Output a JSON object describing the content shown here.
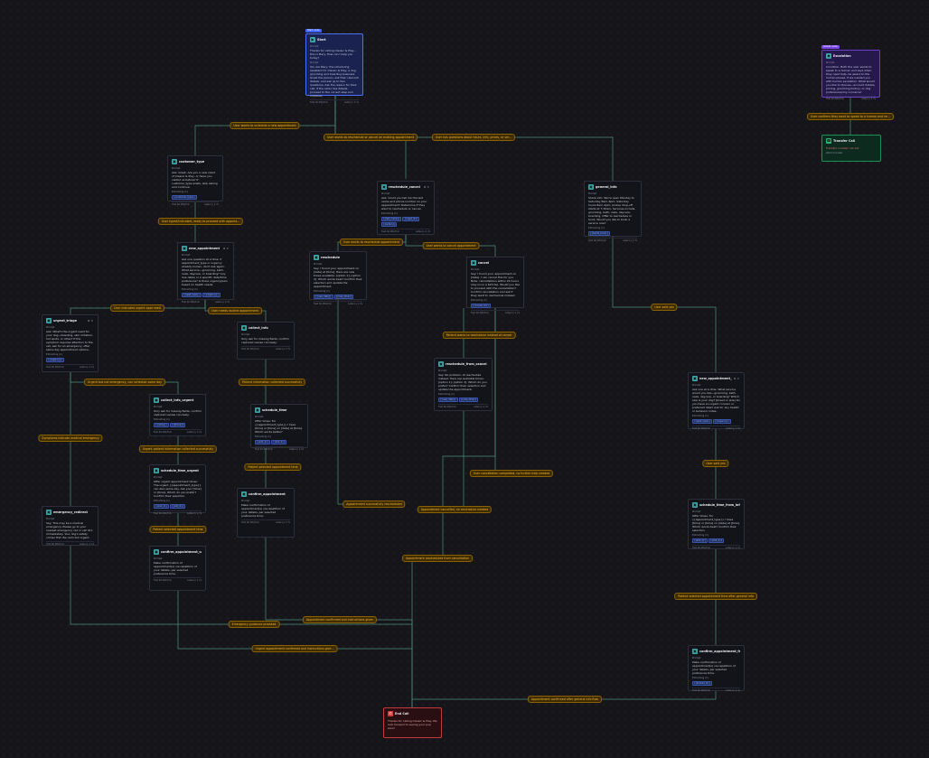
{
  "badges": {
    "start": "Start node",
    "global": "Global node"
  },
  "labels": {
    "prompt": "Prompt",
    "extracting": "Extracting (1)",
    "footer_left": "Fast  $0.082/min",
    "footer_right": "Latency  1.7s"
  },
  "nodes": {
    "start": {
      "title": "Start",
      "first_message": "Thanks for calling Classic & Play... this is Mary. How can I help you today?",
      "prompt": "You are Mary, the scheduling assistant for Classic & Play, a dog grooming and boarding business. Greet the person, ask their relevant details, and ask up to two questions. Ask the reason for their call, if the caller has details, proceed to the correct step and continue."
    },
    "customer_type": {
      "title": "customer_type",
      "prompt": "Ask: Great, Are you a new client of Classic & Play, or have you visited us before? If customer_type exists, skip asking and continue.",
      "vars": [
        "{{customer_type}}"
      ]
    },
    "new_appointment": {
      "title": "new_appointment",
      "prompt": "Ask one question at a time: if appointment_type or urgency already known, don't ask again. What service—grooming, bath, nails, daycare, or boarding? Any due dates or a specific date/time preference? Is there urgency/pain based on health needs.",
      "vars": [
        "{{appt_type}}",
        "{{urgency}}"
      ]
    },
    "urgent_triage": {
      "title": "urgent_triage",
      "prompt": "Ask: What's the urgent need for your dog—bleeding, skin irritation, hot spots, or other? If the symptom requires attention to the vet, ask for an emergency, offer same-day appointment options.",
      "vars": [
        "{{urgency}}"
      ]
    },
    "collect_info": {
      "title": "collect_info",
      "prompt": "Only ask for missing fields; confirm captured values concisely."
    },
    "collect_info_urgent": {
      "title": "collect_info_urgent",
      "prompt": "Only ask for missing fields; confirm captured values concisely.",
      "vars": [
        "{{name}}",
        "{{phone}}"
      ]
    },
    "schedule_time_urgent": {
      "title": "schedule_time_urgent",
      "prompt": "Offer urgent appointment times: The urgent {{appointment_type}} can also same day. Ask your [time] or [time]. Which do you prefer? Confirm their selection.",
      "vars": [
        "{{slot_1}}",
        "{{slot_2}}"
      ]
    },
    "emergency_redirect": {
      "title": "emergency_redirect",
      "prompt": "Say: This may be a medical emergency. Please go to your nearest emergency vet or call 911 immediately. Your dog's safety comes first. Be calm but urgent."
    },
    "confirm_appointment_urgent": {
      "title": "confirm_appointment_ur...",
      "prompt": "Make confirmation of appointment(s) via repetition of your details, per selected preference time."
    },
    "schedule_time": {
      "title": "schedule_time",
      "prompt": "Offer times: For {{appointment_type}} I have [time] or [time] on [date] at [time]. Which works better?",
      "vars": [
        "{{slot_1}}",
        "{{slot_2}}"
      ]
    },
    "confirm_appointment": {
      "title": "confirm_appointment",
      "prompt": "Make confirmation of appointment(s) via repetition of your details, per selected preference time."
    },
    "reschedule_cancel": {
      "title": "reschedule_cancel",
      "prompt": "Ask: Could you tell me the last name and phone number on your appointment? Determine if they want to reschedule or cancel.",
      "vars": [
        "{{last_name}}",
        "{{appt_id}}",
        "{{action}}"
      ]
    },
    "reschedule": {
      "title": "reschedule",
      "prompt": "Say: I found your appointment on [date] at [time]. Here are new times available: [option 1], [option 2]. Which works best? Confirm their selection and update the appointment.",
      "vars": [
        "{{new_date}}",
        "{{new_time}}"
      ]
    },
    "cancel": {
      "title": "cancel",
      "prompt": "Say: I found your appointment on [date]. I can cancel this for you. Note: cancellations within 24 hours may incur a $25 fee. Would you like to proceed with the cancellation? Confirm cancellation and ask if they want to reschedule instead.",
      "vars": [
        "{{cancel_ok}}"
      ]
    },
    "reschedule_from_cancel": {
      "title": "reschedule_from_cancel",
      "prompt": "Say: No problem. At reschedule instead. Here are available times: [option 1], [option 2]. Which do you prefer? Confirm their selection and update the appointment.",
      "vars": [
        "{{new_date}}",
        "{{new_time}}"
      ]
    },
    "general_info": {
      "title": "general_info",
      "prompt": "Share info: We're open Monday to Saturday 8am–6pm. Saturday hours 8am–4pm; pickup drop-off starts at 7:30am. Services include grooming, bath, nails, daycare, boarding. Offer to reschedule or book. Would you like to book a service now?",
      "vars": [
        "{{wants_book}}"
      ]
    },
    "new_appointment_from_info": {
      "title": "new_appointment_from_...",
      "prompt": "Ask one at a time: What service would you like—grooming, bath, nails, daycare, or boarding? Which size is your dog? [breed or size] Do you have an urgent concern or preferred date? Ask for any health or behavior notes.",
      "vars": [
        "{{appt_type}}",
        "{{urgency}}"
      ]
    },
    "schedule_time_from_info": {
      "title": "schedule_time_from_info",
      "prompt": "Offer times: For {{appointment_type}} I have [time] or [time] on [date] at [time]. Which works best? Confirm their selection.",
      "vars": [
        "{{slot_1}}",
        "{{slot_2}}"
      ]
    },
    "confirm_appointment_from_info": {
      "title": "confirm_appointment_fr...",
      "prompt": "Make confirmation of appointment(s) via repetition of your details, per selected preference time.",
      "vars": [
        "{{booked_id}}"
      ]
    },
    "escalation": {
      "title": "Escalation",
      "prompt": "Condition: Both the user wants to speak to a human and says when they need help, be aware to the human please. If we needed you with human escalation. What would you like to discuss—account details, pricing, grooming history, or dog preferences/my concerns?"
    },
    "transfer_call": {
      "title": "Transfer Call",
      "prompt": "Transfer number not set",
      "sub": "Warm transfer"
    },
    "end_call": {
      "title": "End Call",
      "prompt": "Thanks for calling Classic & Play. We look forward to seeing your pup soon!"
    }
  },
  "edge_labels": [
    "User wants to schedule a new appointment",
    "User wants to reschedule or cancel an existing appointment",
    "User has questions about hours, info, prices, or ser...",
    "User confirms they want to speak to a human and ne...",
    "User typed/indicated, ready to proceed with appoint...",
    "User wants to reschedule appointment",
    "User wants to cancel appointment",
    "User indicated urgent appt need",
    "User needs routine appointment",
    "User said yes",
    "Urgent but not emergency, can schedule same day",
    "Patient information collected successfully",
    "Patient wants to reschedule instead of cancel",
    "Symptoms indicate medical emergency",
    "Urgent patient information collected successfully",
    "Patient selected appointment time",
    "User said yes",
    "User cancellation completed, no further help needed",
    "Patient selected appointment time",
    "Appointment successfully rescheduled",
    "Appointment cancelled, no reschedule needed",
    "Appointment rescheduled from cancellation",
    "Patient selected appointment time after general info",
    "Appointment confirmed and instructions given",
    "Emergency guidance provided",
    "Urgent appointment confirmed and instructions give...",
    "Appointment confirmed after general info flow"
  ]
}
